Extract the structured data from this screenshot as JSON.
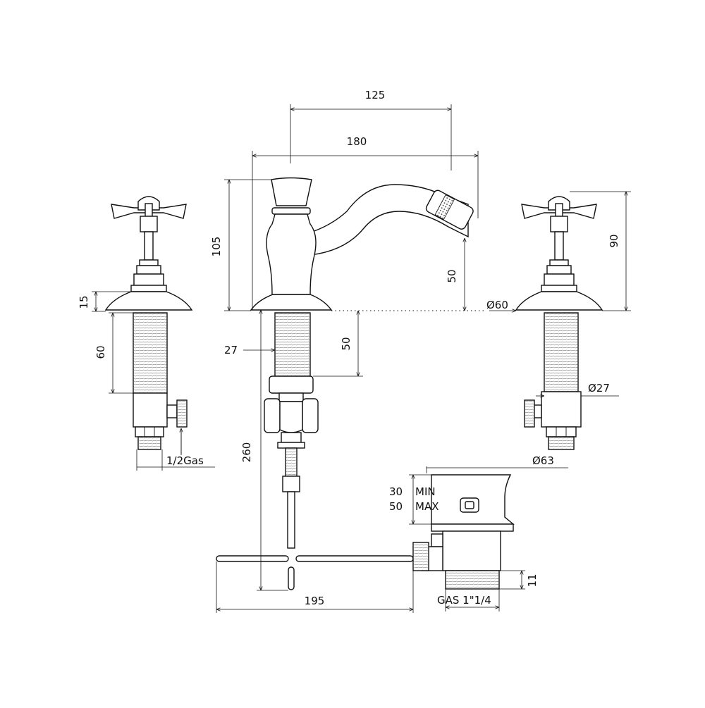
{
  "dimensions": {
    "d125": "125",
    "d180": "180",
    "d105": "105",
    "d50_spout": "50",
    "d90": "90",
    "d60_dia": "Ø60",
    "d15": "15",
    "d60_left": "60",
    "d27_left": "27",
    "d50_shank": "50",
    "d260": "260",
    "d_half_gas": "1/2Gas",
    "d27_dia": "Ø27",
    "d63_dia": "Ø63",
    "d30": "30",
    "d50_waste": "50",
    "min": "MIN",
    "max": "MAX",
    "d11": "11",
    "d195": "195",
    "gas_114": "GAS 1\"1/4"
  }
}
